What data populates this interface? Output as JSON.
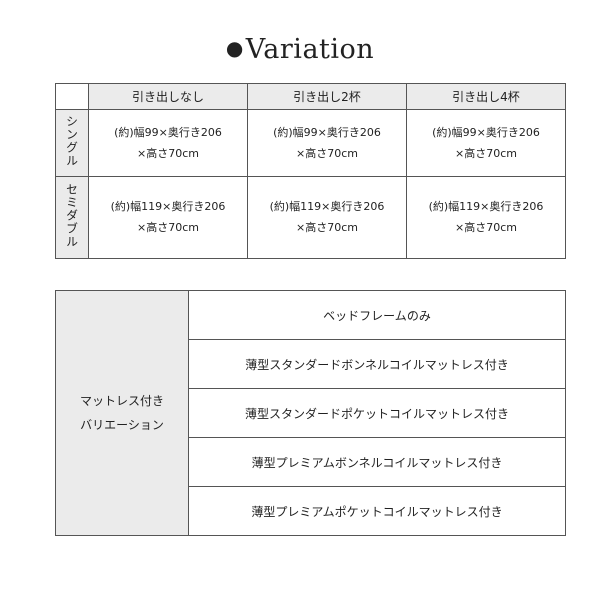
{
  "title": {
    "bullet": "●",
    "text": "Variation"
  },
  "size_table": {
    "columns": [
      "引き出しなし",
      "引き出し2杯",
      "引き出し4杯"
    ],
    "rows": [
      {
        "label": "シングル",
        "cells": [
          {
            "line1": "(約)幅99×奥行き206",
            "line2": "×高さ70cm"
          },
          {
            "line1": "(約)幅99×奥行き206",
            "line2": "×高さ70cm"
          },
          {
            "line1": "(約)幅99×奥行き206",
            "line2": "×高さ70cm"
          }
        ]
      },
      {
        "label": "セミダブル",
        "cells": [
          {
            "line1": "(約)幅119×奥行き206",
            "line2": "×高さ70cm"
          },
          {
            "line1": "(約)幅119×奥行き206",
            "line2": "×高さ70cm"
          },
          {
            "line1": "(約)幅119×奥行き206",
            "line2": "×高さ70cm"
          }
        ]
      }
    ]
  },
  "mattress_table": {
    "label_line1": "マットレス付き",
    "label_line2": "バリエーション",
    "options": [
      "ベッドフレームのみ",
      "薄型スタンダードボンネルコイルマットレス付き",
      "薄型スタンダードポケットコイルマットレス付き",
      "薄型プレミアムボンネルコイルマットレス付き",
      "薄型プレミアムポケットコイルマットレス付き"
    ]
  }
}
